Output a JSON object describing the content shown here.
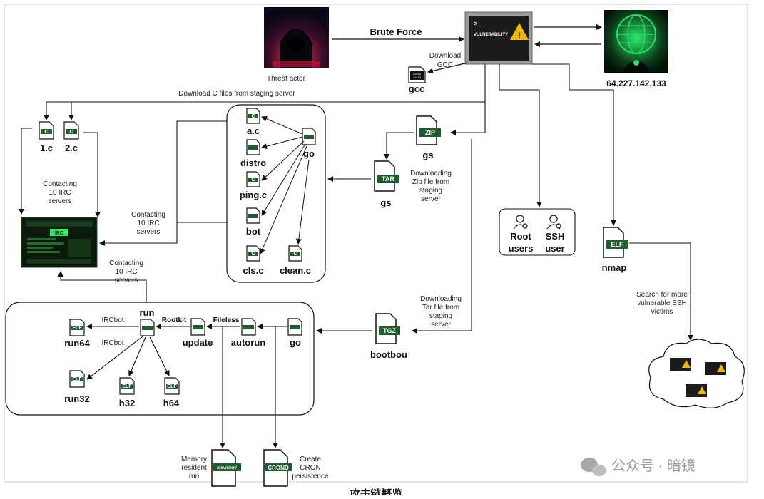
{
  "title": {
    "brute_force": "Brute Force",
    "caption": "攻击链概览"
  },
  "threat_actor": {
    "label": "Threat actor"
  },
  "vulnerability": {
    "screen_text": "VULNERABILITY",
    "prompt": ">_"
  },
  "c2": {
    "ip": "64.227.142.133"
  },
  "download_gcc": {
    "line1": "Download",
    "line2": "GCC",
    "gcc_label": "gcc",
    "bin_text": "01010\n10110"
  },
  "staging_c_files": {
    "label": "Download C files from staging server"
  },
  "files_left": [
    {
      "name": "1.c",
      "tag": "C"
    },
    {
      "name": "2.c",
      "tag": "C"
    }
  ],
  "irc": {
    "contact_left": [
      "Contacting",
      "10 IRC",
      "servers"
    ],
    "contact_mid": [
      "Contacting",
      "10 IRC",
      "servers"
    ],
    "contact_bottom": [
      "Contacting",
      "10 IRC",
      "servers"
    ],
    "panel_title": "IRC"
  },
  "go_group": {
    "files": [
      {
        "name": "a.c",
        "tag": "C"
      },
      {
        "name": "distro",
        "tag": ""
      },
      {
        "name": "ping.c",
        "tag": "C"
      },
      {
        "name": "bot",
        "tag": ""
      },
      {
        "name": "cls.c",
        "tag": "C"
      },
      {
        "name": "clean.c",
        "tag": "C"
      }
    ],
    "go_label": "go"
  },
  "zip": {
    "tag": "ZIP",
    "name": "gs"
  },
  "tar": {
    "tag": "TAR",
    "name": "gs",
    "note": [
      "Downloading",
      "Zip file from",
      "staging",
      "server"
    ]
  },
  "users": {
    "root": [
      "Root",
      "users"
    ],
    "ssh": [
      "SSH",
      "user"
    ]
  },
  "nmap": {
    "tag": "ELF",
    "name": "nmap",
    "note": [
      "Search for more",
      "vulnerable SSH",
      "victims"
    ]
  },
  "tgz": {
    "tag": "TGZ",
    "name": "bootbou",
    "note": [
      "Downloading",
      "Tar file from",
      "staging",
      "server"
    ]
  },
  "bottom_group": {
    "run": "run",
    "run64": "run64",
    "run32": "run32",
    "h32": "h32",
    "h64": "h64",
    "update": "update",
    "autorun": "autorun",
    "go": "go",
    "ircbot1": "IRCbot",
    "ircbot2": "IRCbot",
    "rootkit": "Rootkit",
    "fileless": "Fileless",
    "elf_tag": "ELF"
  },
  "persistence": {
    "shm_tag": "/dev/shm/",
    "memory_note": [
      "Memory",
      "resident",
      "run"
    ],
    "cron_tag": "CROND",
    "cron_note": [
      "Create",
      "CRON",
      "persistence"
    ]
  },
  "watermark": {
    "text": "公众号 · 暗镜"
  },
  "colors": {
    "accent_green": "#1f5c2e",
    "dark": "#111111",
    "warning": "#f2b705",
    "frame": "#cfcfcf"
  }
}
